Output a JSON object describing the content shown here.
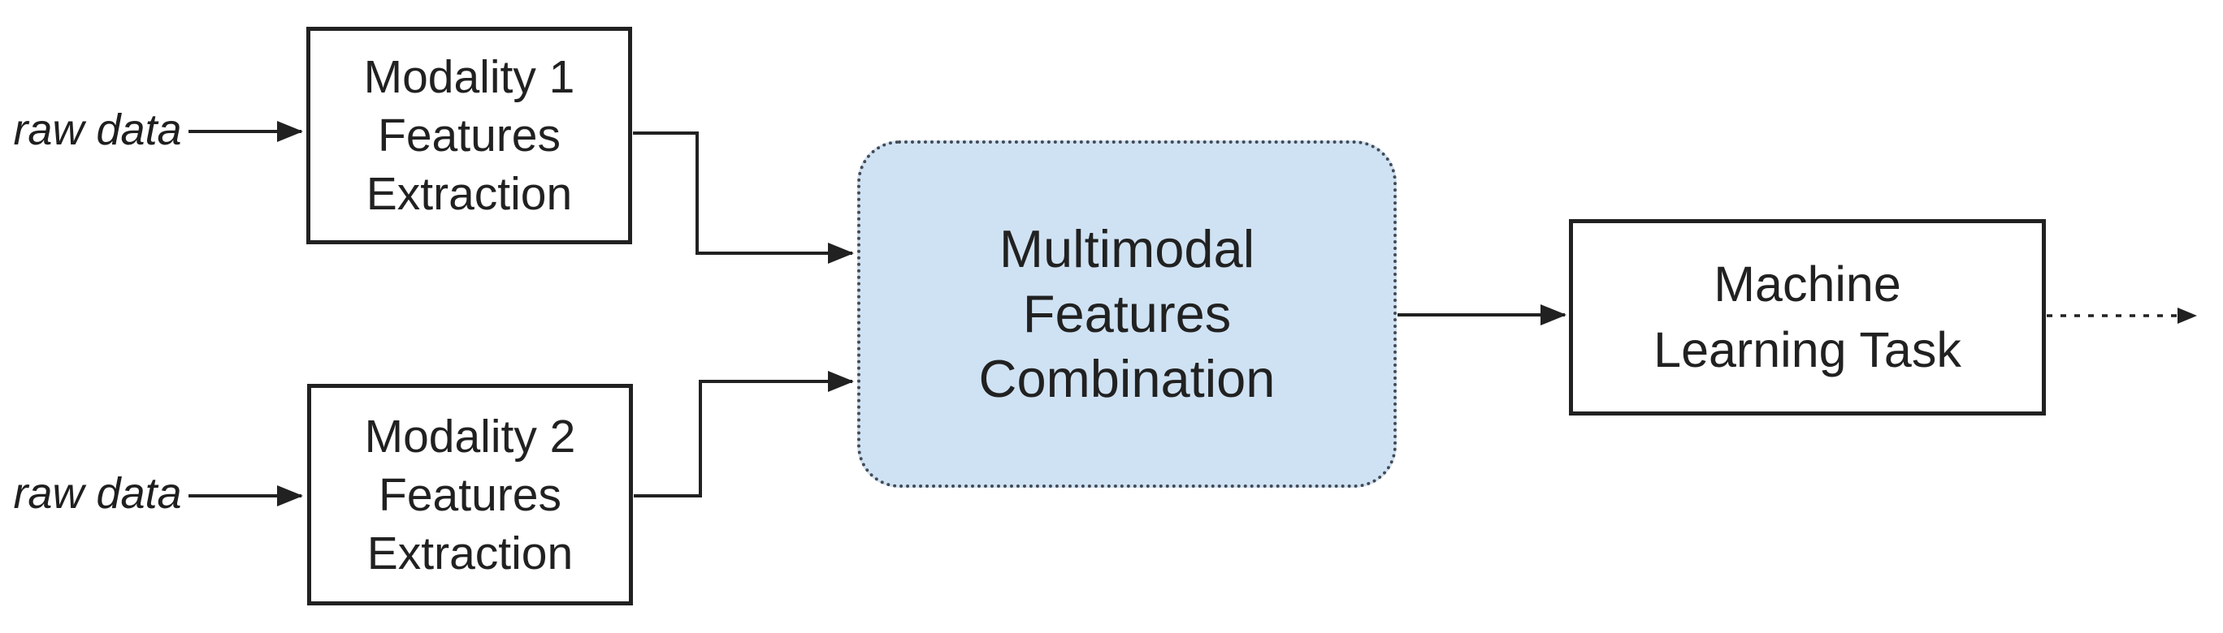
{
  "canvas": {
    "background": "#ffffff"
  },
  "inputs": {
    "top_label": "raw data",
    "bottom_label": "raw data"
  },
  "nodes": {
    "modality1": {
      "lines": [
        "Modality 1",
        "Features",
        "Extraction"
      ],
      "fill": "#ffffff",
      "border_color": "#212121",
      "border_style": "solid"
    },
    "modality2": {
      "lines": [
        "Modality 2",
        "Features",
        "Extraction"
      ],
      "fill": "#ffffff",
      "border_color": "#212121",
      "border_style": "solid"
    },
    "combination": {
      "lines": [
        "Multimodal",
        "Features",
        "Combination"
      ],
      "fill": "#cfe2f3",
      "border_color": "#444a54",
      "border_style": "dotted"
    },
    "ml_task": {
      "lines": [
        "Machine",
        "Learning Task"
      ],
      "fill": "#ffffff",
      "border_color": "#212121",
      "border_style": "solid"
    }
  },
  "connectors": {
    "color": "#212121",
    "output_arrow_style": "dotted"
  }
}
